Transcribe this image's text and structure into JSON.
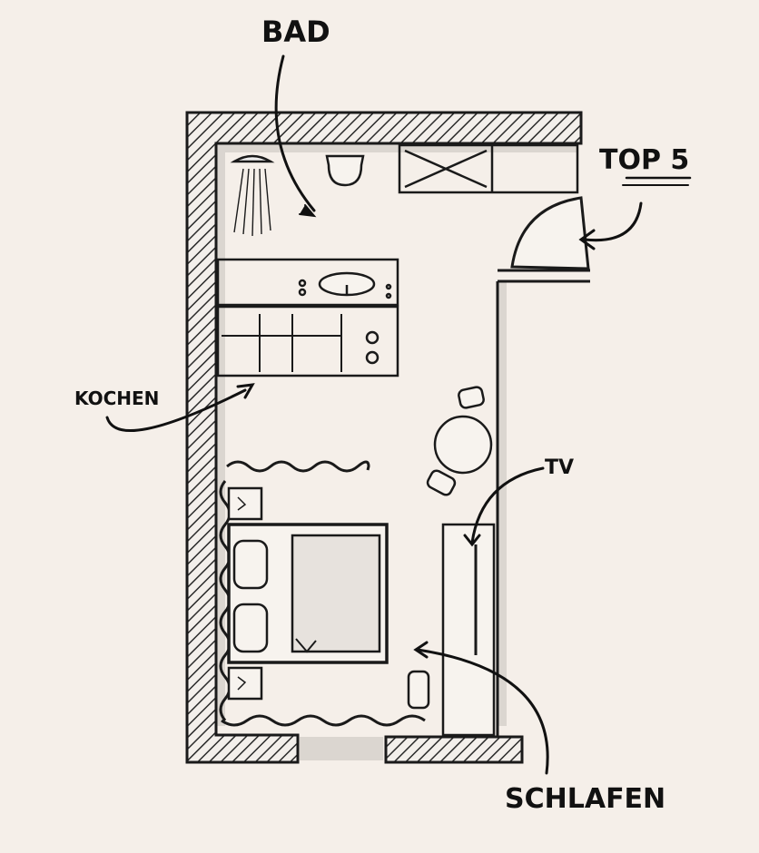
{
  "labels": {
    "bad": "BAD",
    "top": "TOP 5",
    "kochen": "KOCHEN",
    "tv": "TV",
    "schlafen": "SCHLAFEN"
  },
  "colors": {
    "paper": "#f5efe9",
    "ink": "#1a1a1a",
    "shade": "#c9c4c0",
    "hatch": "#2a2a2a"
  }
}
